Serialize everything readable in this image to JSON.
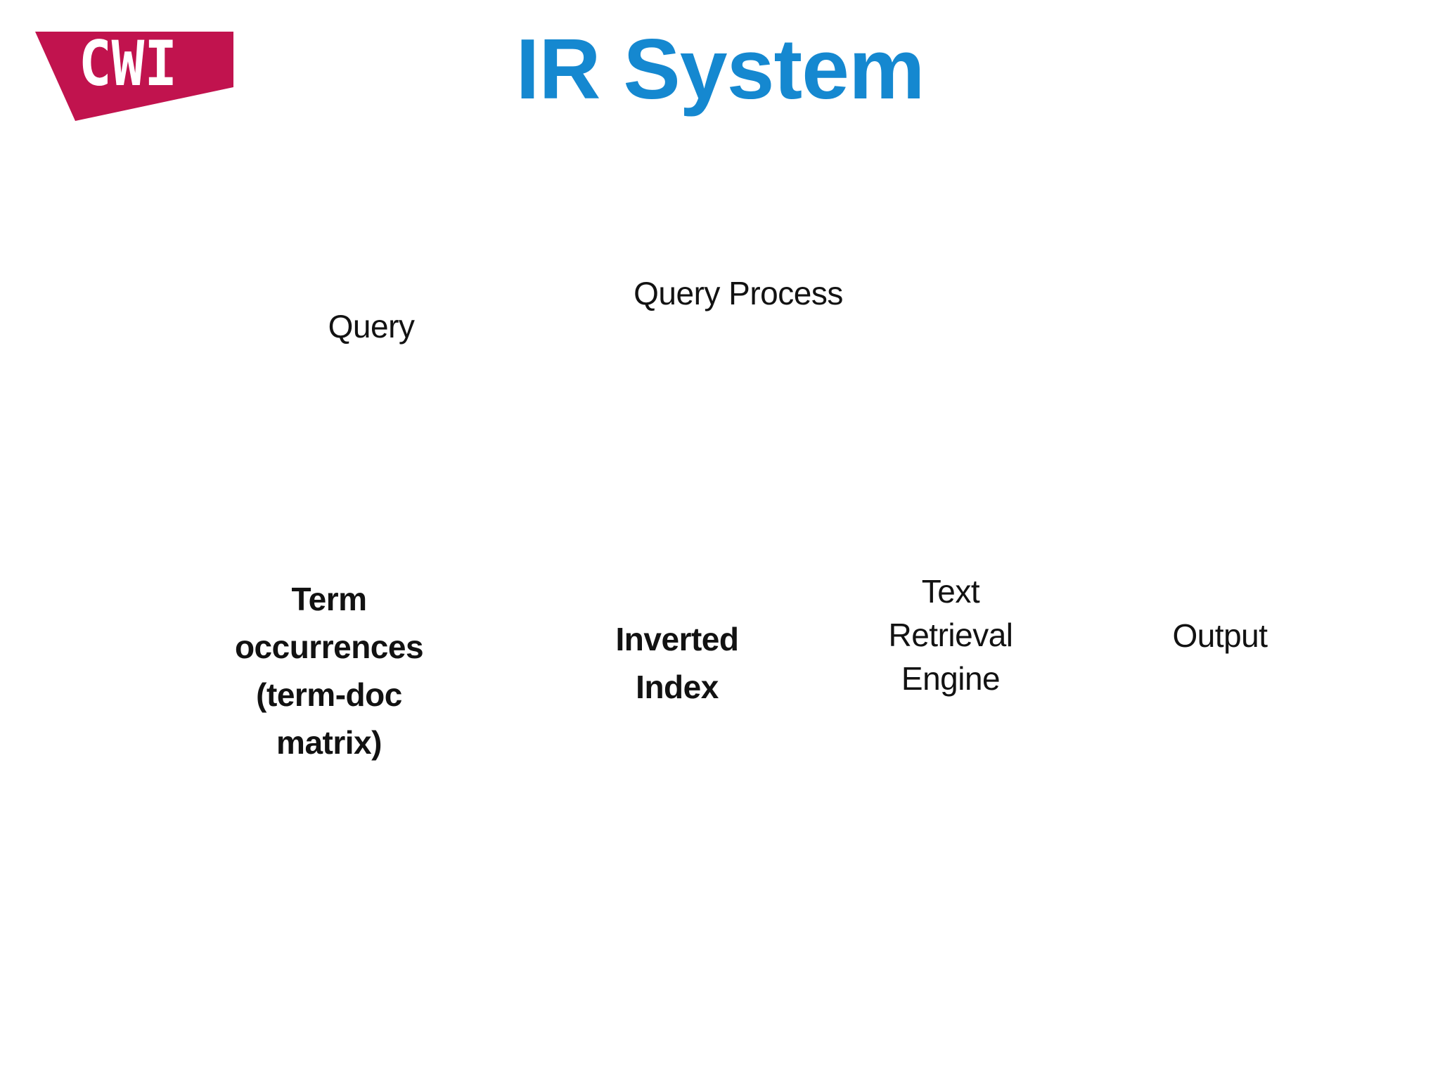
{
  "slide": {
    "logo": {
      "text": "CWI",
      "bg_color": "#C1134E",
      "text_color": "#ffffff"
    },
    "title": {
      "text": "IR System",
      "color": "#1588d0"
    },
    "labels": {
      "query": "Query",
      "query_process": "Query Process",
      "term_occurrences": "Term\noccurrences\n(term-doc\nmatrix)",
      "inverted_index": "Inverted\nIndex",
      "text_retrieval_engine": "Text\nRetrieval\nEngine",
      "output": "Output"
    }
  }
}
